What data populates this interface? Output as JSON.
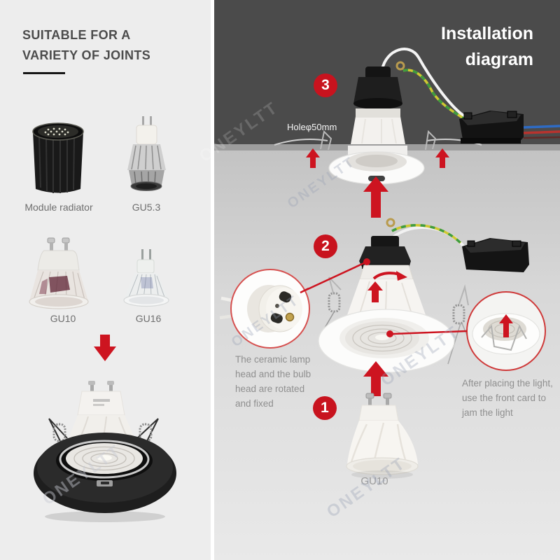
{
  "colors": {
    "accent_red": "#cd1420",
    "badge_red": "#c8131e",
    "panel_left_bg": "#ededed",
    "panel_right_dark": "#4b4b4b",
    "ceiling_strip": "#9d9d9d",
    "title_gray": "#4c4c4c",
    "caption_gray": "#8f8f8f",
    "title_white": "#ffffff"
  },
  "watermark": "ONEYLTT",
  "left_panel": {
    "title_line1": "SUITABLE FOR A",
    "title_line2": "VARIETY OF JOINTS",
    "products": [
      {
        "label": "Module radiator"
      },
      {
        "label": "GU5.3"
      },
      {
        "label": "GU10"
      },
      {
        "label": "GU16"
      }
    ]
  },
  "right_panel": {
    "title_line1": "Installation",
    "title_line2": "diagram",
    "hole_label": "Holeφ50mm",
    "caption_ceramic": "The ceramic lamp head and the bulb head are rotated and fixed",
    "caption_front_card": "After placing the light, use the front card to jam the light",
    "bulb_label": "GU10",
    "steps": [
      {
        "number": "1"
      },
      {
        "number": "2"
      },
      {
        "number": "3"
      }
    ]
  }
}
